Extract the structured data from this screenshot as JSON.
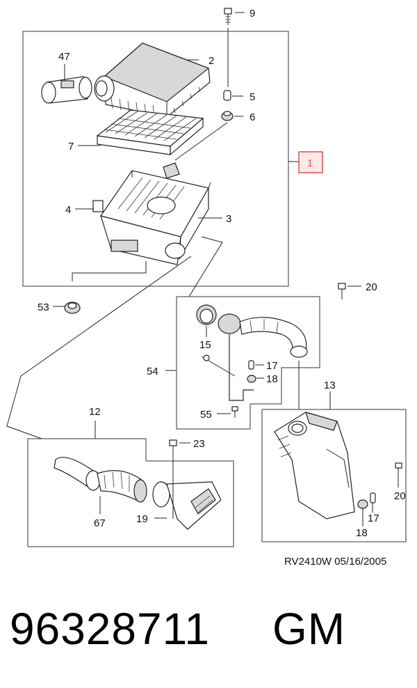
{
  "callouts": {
    "c1": "1",
    "c2": "2",
    "c3": "3",
    "c4": "4",
    "c5": "5",
    "c6": "6",
    "c7": "7",
    "c9": "9",
    "c47": "47",
    "c53": "53",
    "c20a": "20",
    "c15": "15",
    "c54": "54",
    "c17a": "17",
    "c18a": "18",
    "c55": "55",
    "c13": "13",
    "c12": "12",
    "c23": "23",
    "c20b": "20",
    "c19": "19",
    "c67": "67",
    "c17b": "17",
    "c18b": "18"
  },
  "highlight_color": "#d9534f",
  "drawing_ref": "RV2410W  05/16/2005",
  "part_number": "96328711",
  "brand": "GM"
}
